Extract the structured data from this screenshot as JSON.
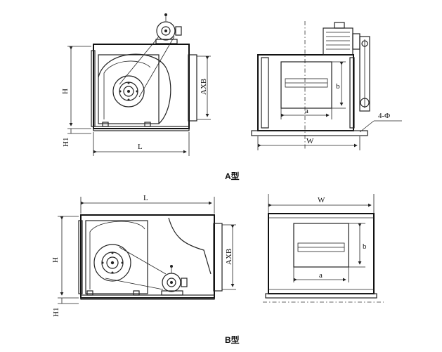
{
  "figure_a": {
    "caption": "A型",
    "side_view": {
      "dim_height": "H",
      "dim_base": "H1",
      "dim_length": "L",
      "dim_outlet": "AXB"
    },
    "front_view": {
      "dim_outlet_width": "a",
      "dim_outlet_height": "b",
      "dim_width": "W",
      "dim_holes": "4-Φ"
    }
  },
  "figure_b": {
    "caption": "B型",
    "side_view": {
      "dim_height": "H",
      "dim_base": "H1",
      "dim_length": "L",
      "dim_outlet": "AXB"
    },
    "front_view": {
      "dim_outlet_width": "a",
      "dim_outlet_height": "b",
      "dim_width": "W"
    }
  }
}
